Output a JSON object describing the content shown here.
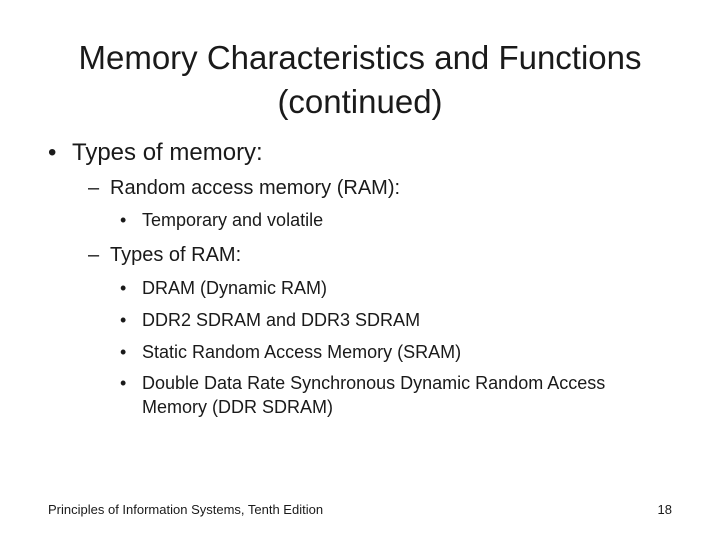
{
  "slide": {
    "title_line1": "Memory Characteristics and Functions",
    "title_line2": "(continued)",
    "bullets": {
      "types_of_memory": "Types of memory:",
      "ram_heading": "Random access memory (RAM):",
      "ram_detail": "Temporary and volatile",
      "types_of_ram": "Types of RAM:",
      "ram_types": [
        "DRAM (Dynamic RAM)",
        "DDR2 SDRAM and DDR3 SDRAM",
        "Static Random Access Memory (SRAM)",
        "Double Data Rate Synchronous Dynamic Random Access Memory (DDR SDRAM)"
      ]
    },
    "markers": {
      "level1": "•",
      "level2": "–",
      "level3": "•"
    }
  },
  "footer": {
    "book_title": "Principles of Information Systems, Tenth Edition",
    "page_number": "18"
  }
}
